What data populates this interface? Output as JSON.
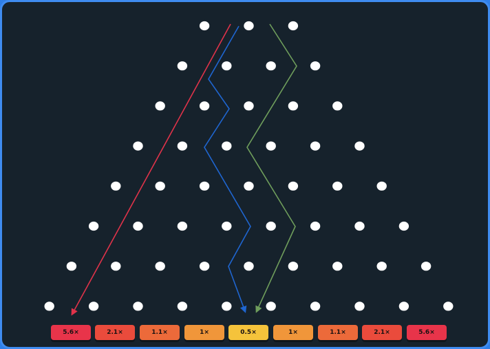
{
  "board": {
    "background": "#16222c",
    "border_color": "#3f8cf0",
    "peg_color": "#ffffff",
    "rows": [
      3,
      4,
      5,
      6,
      7,
      8,
      9,
      10
    ]
  },
  "paths": [
    {
      "name": "red-path",
      "color": "#e0334a"
    },
    {
      "name": "blue-path",
      "color": "#1f66d1"
    },
    {
      "name": "green-path",
      "color": "#6f9e5c"
    }
  ],
  "multipliers": [
    {
      "label": "5.6×",
      "color": "#e8344a"
    },
    {
      "label": "2.1×",
      "color": "#ea4b3c"
    },
    {
      "label": "1.1×",
      "color": "#ec6a3a"
    },
    {
      "label": "1×",
      "color": "#f0963a"
    },
    {
      "label": "0.5×",
      "color": "#f5c33b"
    },
    {
      "label": "1×",
      "color": "#f0963a"
    },
    {
      "label": "1.1×",
      "color": "#ec6a3a"
    },
    {
      "label": "2.1×",
      "color": "#ea4b3c"
    },
    {
      "label": "5.6×",
      "color": "#e8344a"
    }
  ]
}
